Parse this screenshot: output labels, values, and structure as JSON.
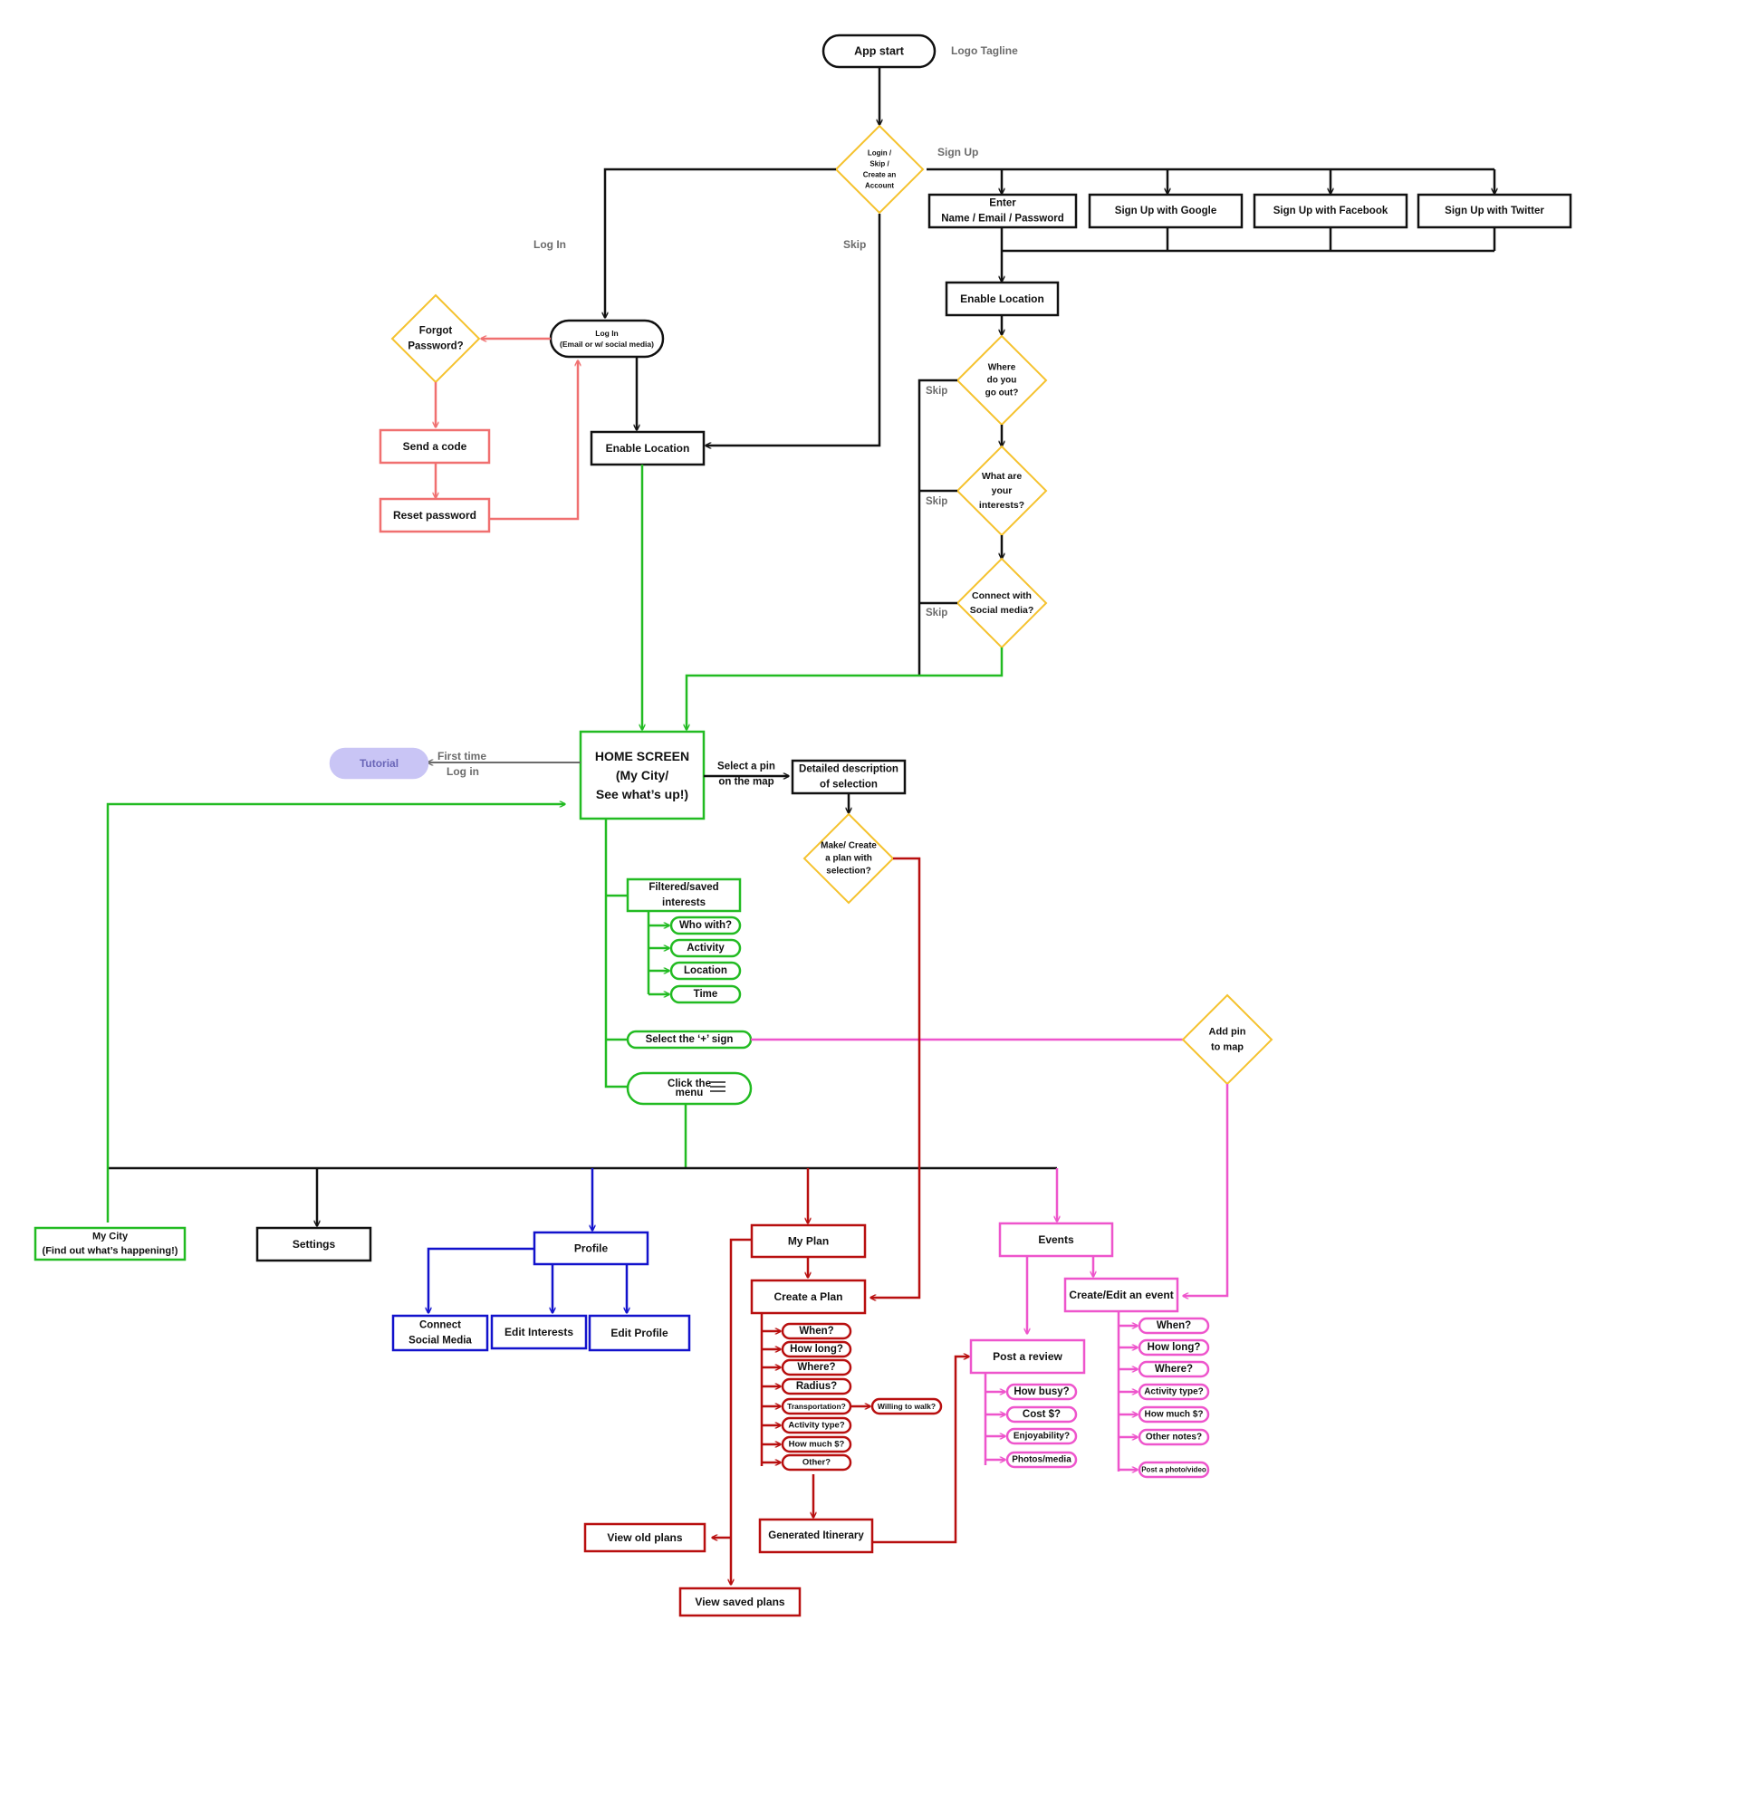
{
  "colors": {
    "black": "#111111",
    "green": "#22bb22",
    "red": "#b80f0f",
    "salmon": "#f07070",
    "blue": "#1212cc",
    "pink": "#ee55cc",
    "yellow": "#f5c22e",
    "gray": "#6b6b6b",
    "tutorial_fill": "#c9c5f5",
    "tutorial_text": "#6a66b8"
  },
  "nodes": {
    "app_start": "App start",
    "logo_tagline": "Logo Tagline",
    "login_decision": [
      "Login /",
      "Skip /",
      "Create an",
      "Account"
    ],
    "sign_up_label": "Sign Up",
    "log_in_label": "Log In",
    "skip_label": "Skip",
    "enter_details": [
      "Enter",
      "Name / Email / Password"
    ],
    "signup_google": "Sign Up with Google",
    "signup_facebook": "Sign Up with Facebook",
    "signup_twitter": "Sign Up with Twitter",
    "enable_location_signup": "Enable Location",
    "where_go_out": [
      "Where",
      "do you",
      "go out?"
    ],
    "interests_q": [
      "What are",
      "your",
      "interests?"
    ],
    "connect_social_q": [
      "Connect with",
      "Social media?"
    ],
    "login_box": [
      "Log In",
      "(Email or w/ social media)"
    ],
    "forgot_password": [
      "Forgot",
      "Password?"
    ],
    "send_code": "Send a code",
    "reset_password": "Reset password",
    "enable_location_login": "Enable Location",
    "home_screen": [
      "HOME SCREEN",
      "(My City/",
      "See what’s up!)"
    ],
    "tutorial": "Tutorial",
    "first_time": "First time",
    "log_in_small": "Log in",
    "select_pin": [
      "Select a pin",
      "on the map"
    ],
    "detailed_description": [
      "Detailed description",
      "of selection"
    ],
    "make_plan_q": [
      "Make/ Create",
      "a plan  with",
      "selection?"
    ],
    "filtered_interests": [
      "Filtered/saved",
      "interests"
    ],
    "filter_items": [
      "Who with?",
      "Activity",
      "Location",
      "Time"
    ],
    "select_plus": "Select the ‘+’ sign",
    "add_pin_q": [
      "Add pin",
      "to map"
    ],
    "click_menu": [
      "Click the",
      "menu"
    ],
    "my_city": [
      "My City",
      "(Find out what’s happening!)"
    ],
    "settings": "Settings",
    "profile": "Profile",
    "connect_social_media": [
      "Connect",
      "Social Media"
    ],
    "edit_interests": "Edit Interests",
    "edit_profile": "Edit Profile",
    "my_plan": "My Plan",
    "create_plan": "Create a Plan",
    "plan_items": [
      "When?",
      "How long?",
      "Where?",
      "Radius?",
      "Transportation?",
      "Activity type?",
      "How much $?",
      "Other?"
    ],
    "willing_to_walk": "Willing to walk?",
    "generated_itinerary": "Generated Itinerary",
    "view_old_plans": "View old plans",
    "view_saved_plans": "View saved plans",
    "events": "Events",
    "create_edit_event": "Create/Edit an event",
    "event_items": [
      "When?",
      "How long?",
      "Where?",
      "Activity type?",
      "How much $?",
      "Other notes?",
      "Post a photo/video"
    ],
    "post_review": "Post a review",
    "review_items": [
      "How busy?",
      "Cost $?",
      "Enjoyability?",
      "Photos/media"
    ]
  }
}
